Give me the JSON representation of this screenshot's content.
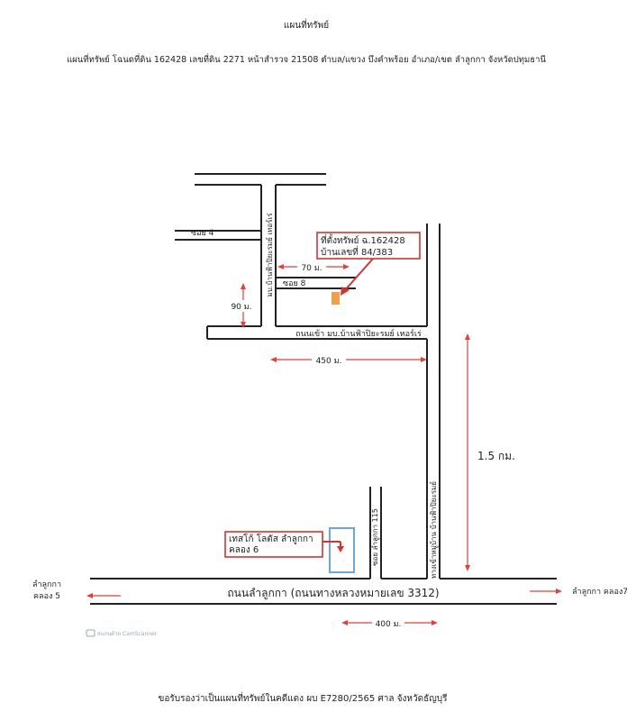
{
  "header": {
    "title": "แผนที่ทรัพย์",
    "subtitle": "แผนที่ทรัพย์ โฉนดที่ดิน 162428 เลขที่ดิน 2271 หน้าสำรวจ 21508 ตำบล/แขวง บึงคำพร้อย อำเภอ/เขต ลำลูกกา จังหวัดปทุมธานี"
  },
  "map": {
    "soi4": "ซอย 4",
    "soi8": "ซอย 8",
    "village_vertical_road": "มบ.บ้านฟ้าปิยะรมย์ เทอร์เร่",
    "entry_road": "ถนนเข้า มบ.บ้านฟ้าปิยะรมย์ เทอร์เร่",
    "village_entrance_road": "ทางเข้าหมู่บ้าน บ้านฟ้าปิยะรมย์",
    "soi115": "ซอย ลำลูกกา 115",
    "main_road": "ถนนลำลูกกา (ถนนทางหลวงหมายเลข 3312)",
    "left_destination_line1": "ลำลูกกา",
    "left_destination_line2": "คลอง 5",
    "right_destination": "ลำลูกกา คลอง7"
  },
  "dimensions": {
    "d70": "70 ม.",
    "d90": "90 ม.",
    "d450": "450 ม.",
    "d1500": "1.5 กม.",
    "d400": "400 ม."
  },
  "property_box": {
    "line1": "ที่ตั้งทรัพย์ ฉ.162428",
    "line2": "บ้านเลขที่ 84/383"
  },
  "tesco_box": {
    "line1": "เทสโก้ โลตัส ลำลูกกา",
    "line2": "คลอง 6"
  },
  "watermark": "สแกนด้วย CamScanner",
  "footer": "ขอรับรองว่าเป็นแผนที่ทรัพย์ในคดีแดง ผบ E7280/2565 ศาล จังหวัดธัญบุรี",
  "colors": {
    "dimension_arrows": "#e0413a",
    "callout_border": "#d43333",
    "property_marker": "#f0a04a",
    "tesco_outline": "#6aa6e0"
  }
}
